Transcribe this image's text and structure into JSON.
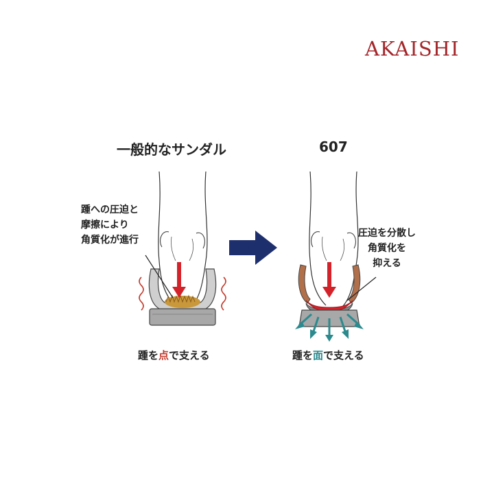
{
  "brand": {
    "logo_text": "AKAISHI",
    "color": "#a3262a"
  },
  "left_panel": {
    "title": "一般的なサンダル",
    "note_lines": [
      "踵への圧迫と",
      "摩擦により",
      "角質化が進行"
    ],
    "caption_pre": "踵を",
    "caption_highlight": "点",
    "caption_post": "で支える",
    "highlight_color": "#c0392b"
  },
  "right_panel": {
    "title": "607",
    "note_lines": [
      "圧迫を分散し",
      "角質化を",
      "抑える"
    ],
    "caption_pre": "踵を",
    "caption_highlight": "面",
    "caption_post": "で支える",
    "highlight_color": "#2b8a8e"
  },
  "icons": {
    "transition": "right-arrow-icon",
    "pressure": "down-arrow-icon",
    "dispersion": "spread-arrows-icon"
  },
  "colors": {
    "arrow_navy": "#1e2f6e",
    "pressure_red": "#d4222a",
    "teal": "#2b8a8e",
    "callus": "#c9983a",
    "sole_gray": "#a8a8a8"
  }
}
